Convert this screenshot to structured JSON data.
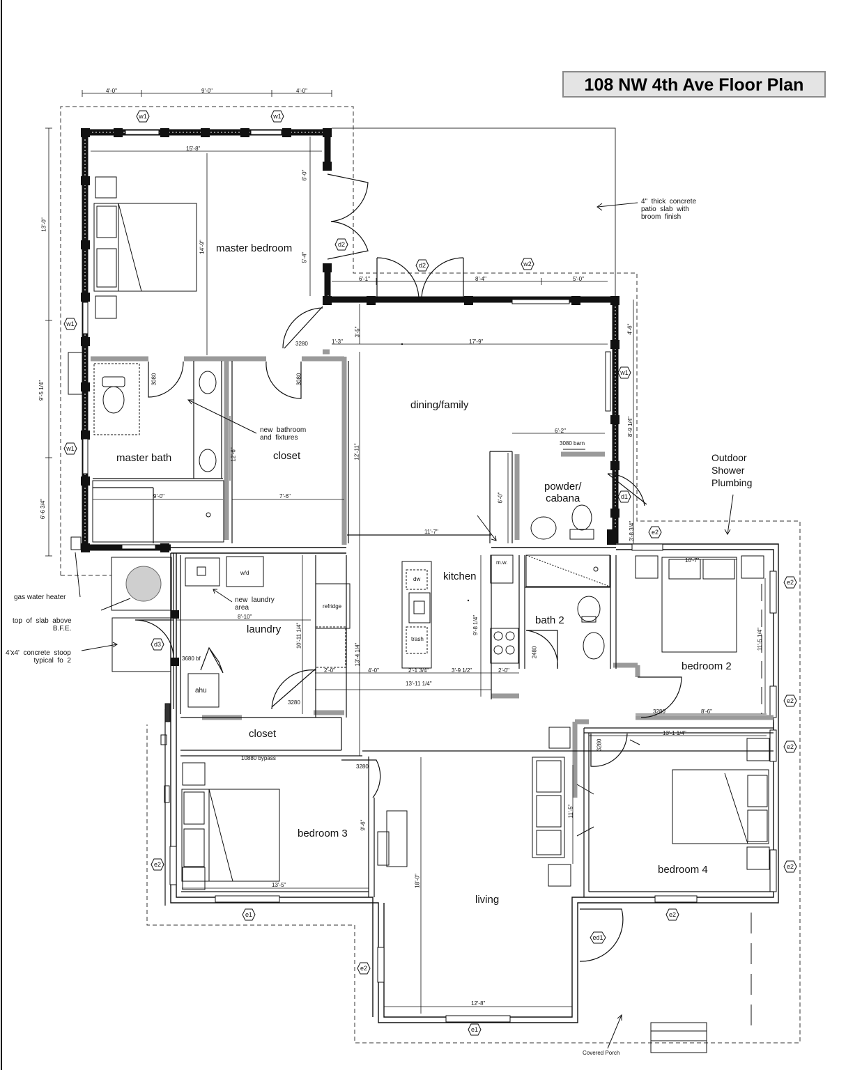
{
  "title": "108 NW 4th Ave Floor Plan",
  "rooms": {
    "master_bedroom": "master  bedroom",
    "master_bath": "master  bath",
    "closet_master": "closet",
    "dining_family": "dining/family",
    "powder_cabana": "powder/\ncabana",
    "kitchen": "kitchen",
    "laundry": "laundry",
    "bath2": "bath  2",
    "bedroom2": "bedroom  2",
    "closet_hall": "closet",
    "bedroom3": "bedroom  3",
    "living": "living",
    "bedroom4": "bedroom  4"
  },
  "notes": {
    "patio": "4\"  thick  concrete\npatio  slab  with\nbroom  finish",
    "outdoor_shower": "Outdoor\nShower\nPlumbing",
    "new_bathroom": "new  bathroom\nand  fixtures",
    "new_laundry": "new  laundry\narea",
    "gas_water_heater": "gas  water  heater",
    "top_of_slab": "top  of  slab  above\nB.F.E.",
    "stoop": "4'x4'  concrete  stoop\ntypical  fo  2",
    "covered_porch": "Covered Porch"
  },
  "fixtures": {
    "wd": "w/d",
    "dw": "dw",
    "trash": "trash",
    "refridge": "refridge",
    "mw": "m.w.",
    "ahu": "ahu",
    "barn": "3080  barn",
    "bf": "3680  bf",
    "bypass": "10880  bypass"
  },
  "doors": {
    "d3280_a": "3280",
    "d3080_a": "3080",
    "d3080_b": "3080",
    "d3280_b": "3280",
    "d2480": "2480",
    "d3280_c": "3280",
    "d3280_d": "3280",
    "d3280_e": "3280"
  },
  "dimensions": {
    "top_a": "4'-0\"",
    "top_b": "9'-0\"",
    "top_c": "4'-0\"",
    "mb_width": "15'-8\"",
    "mb_depth": "14'-9\"",
    "mb_left": "13'-0\"",
    "d6_0": "6'-0\"",
    "d5_4": "5'-4\"",
    "d6_1": "6'-1\"",
    "d8_4": "8'-4\"",
    "d5_0": "5'-0\"",
    "d1_3": "1'-3\"",
    "d3_5": "3'-5\"",
    "d17_9": "17'-9\"",
    "d4_6": "4'-6\"",
    "d9_5": "9'-5  1/4\"",
    "d6_2": "6'-2\"",
    "d8_9": "8'-9  1/4\"",
    "d12_6": "12'-6\"",
    "d12_11": "12'-11\"",
    "d9_0": "9'-0\"",
    "d7_6": "7'-6\"",
    "d6_6": "6'-6  3/4\"",
    "d6_0b": "6'-0\"",
    "d11_7": "11'-7\"",
    "d3_8": "3'-8  3/4\"",
    "d10_7": "10'-7\"",
    "d8_10": "8'-10\"",
    "d10_11": "10'-11  1/4\"",
    "d13_4": "13'-4  1/4\"",
    "d9_8": "9'-8  1/4\"",
    "d11_5a": "11'-5  1/4\"",
    "d2_0a": "2'-0\"",
    "d4_0": "4'-0\"",
    "d2_1": "2'-1  3/4\"",
    "d3_9": "3'-9  1/2\"",
    "d2_0b": "2'-0\"",
    "d13_11": "13'-11  1/4\"",
    "d8_6": "8'-6\"",
    "d13_1": "13'-1  1/4\"",
    "d9_6": "9'-6\"",
    "d11_5b": "11'-5\"",
    "d18_0": "18'-0\"",
    "d13_5": "13'-5\"",
    "d12_8": "12'-8\""
  },
  "tags": {
    "w1": "w1",
    "w2": "w2",
    "d1": "d1",
    "d2": "d2",
    "d3": "d3",
    "e1": "e1",
    "e2": "e2",
    "ed1": "ed1"
  }
}
